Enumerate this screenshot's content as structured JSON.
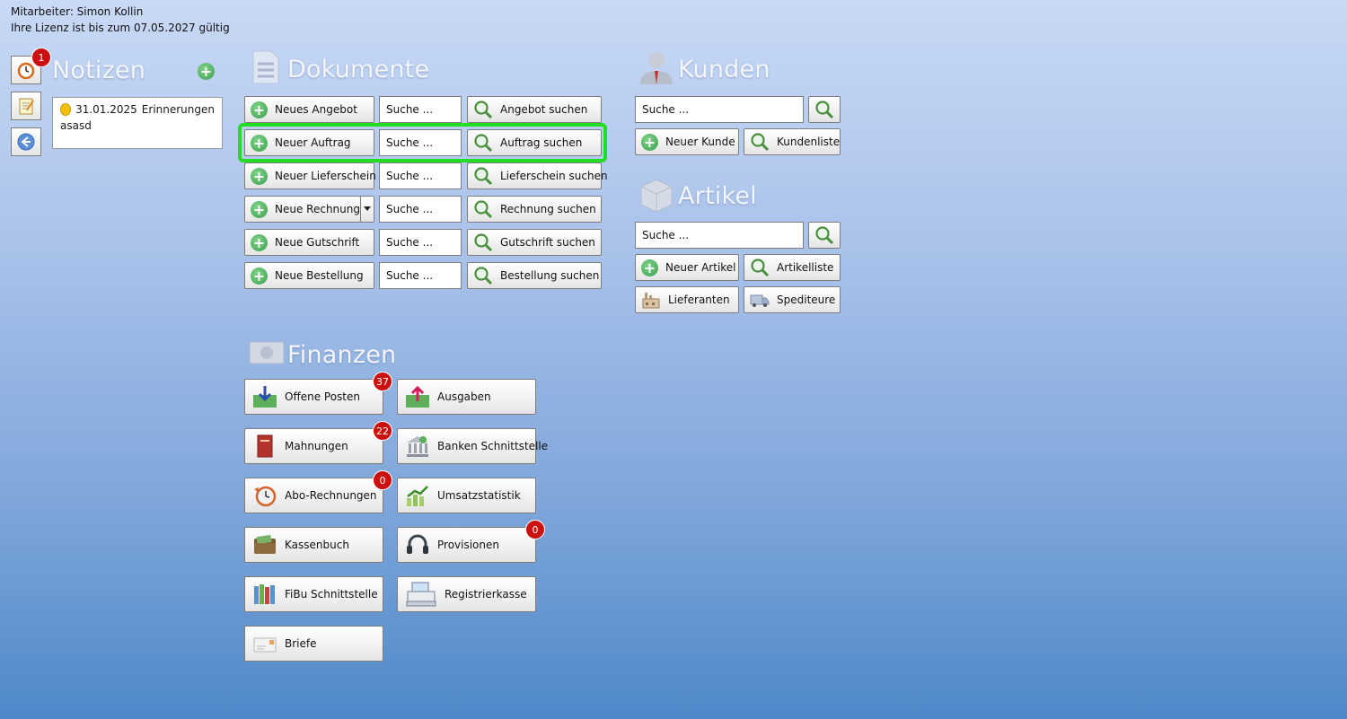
{
  "header": {
    "employee": "Mitarbeiter: Simon Kollin",
    "license": "Ihre Lizenz ist bis zum 07.05.2027 gültig"
  },
  "notes": {
    "title": "Notizen",
    "reminder_badge": "1",
    "card": {
      "date": "31.01.2025",
      "title": "Erinnerungen",
      "text": "asasd"
    }
  },
  "documents": {
    "title": "Dokumente",
    "rows": [
      {
        "new_label": "Neues Angebot",
        "search_placeholder": "Suche ...",
        "search_label": "Angebot suchen"
      },
      {
        "new_label": "Neuer Auftrag",
        "search_placeholder": "Suche ...",
        "search_label": "Auftrag suchen"
      },
      {
        "new_label": "Neuer Lieferschein",
        "search_placeholder": "Suche ...",
        "search_label": "Lieferschein suchen"
      },
      {
        "new_label": "Neue Rechnung",
        "search_placeholder": "Suche ...",
        "search_label": "Rechnung suchen"
      },
      {
        "new_label": "Neue Gutschrift",
        "search_placeholder": "Suche ...",
        "search_label": "Gutschrift suchen"
      },
      {
        "new_label": "Neue Bestellung",
        "search_placeholder": "Suche ...",
        "search_label": "Bestellung suchen"
      }
    ]
  },
  "customers": {
    "title": "Kunden",
    "search_placeholder": "Suche ...",
    "new_label": "Neuer Kunde",
    "list_label": "Kundenliste"
  },
  "articles": {
    "title": "Artikel",
    "search_placeholder": "Suche ...",
    "new_label": "Neuer Artikel",
    "list_label": "Artikelliste",
    "suppliers_label": "Lieferanten",
    "forwarders_label": "Spediteure"
  },
  "finance": {
    "title": "Finanzen",
    "open_items": {
      "label": "Offene Posten",
      "badge": "37"
    },
    "expenses": {
      "label": "Ausgaben"
    },
    "reminders": {
      "label": "Mahnungen",
      "badge": "22"
    },
    "bank": {
      "label": "Banken Schnittstelle"
    },
    "subscriptions": {
      "label": "Abo-Rechnungen",
      "badge": "0"
    },
    "sales_stats": {
      "label": "Umsatzstatistik"
    },
    "cashbook": {
      "label": "Kassenbuch"
    },
    "commissions": {
      "label": "Provisionen",
      "badge": "0"
    },
    "fibu": {
      "label": "FiBu Schnittstelle"
    },
    "register": {
      "label": "Registrierkasse"
    },
    "letters": {
      "label": "Briefe"
    }
  },
  "colors": {
    "highlight": "#22dd22",
    "badge": "#cc1010",
    "plus": "#3d9f4c"
  }
}
